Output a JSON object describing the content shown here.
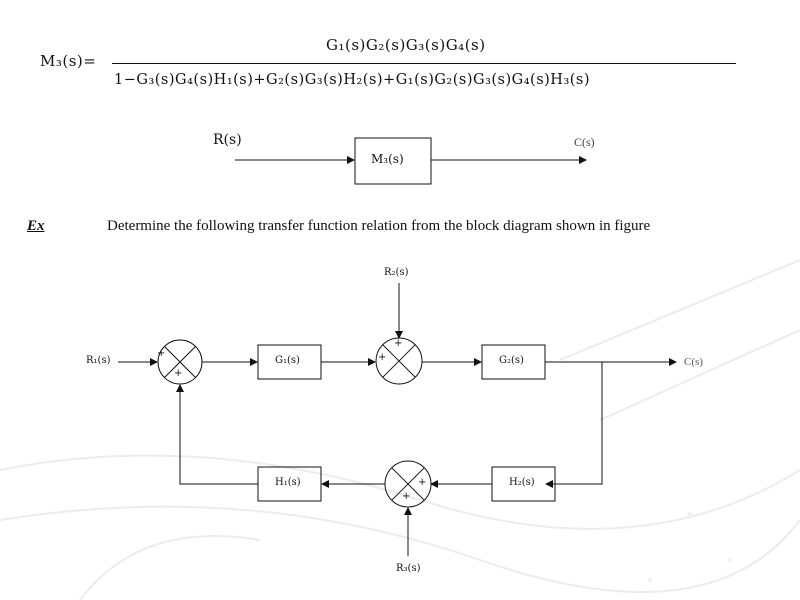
{
  "equation": {
    "lhs": "M₃(s)=",
    "numerator": "G₁(s)G₂(s)G₃(s)G₄(s)",
    "denominator": "1−G₃(s)G₄(s)H₁(s)+G₂(s)G₃(s)H₂(s)+G₁(s)G₂(s)G₃(s)G₄(s)H₃(s)"
  },
  "simple_diagram": {
    "input": "R(s)",
    "block": "M₃(s)",
    "output": "C(s)"
  },
  "example": {
    "label": "Ex",
    "text": "Determine the following transfer function relation from the block diagram shown in figure"
  },
  "diagram": {
    "input_r1": "R₁(s)",
    "input_r2": "R₂(s)",
    "input_r3": "R₃(s)",
    "output": "C(s)",
    "block_g1": "G₁(s)",
    "block_g2": "G₂(s)",
    "block_h1": "H₁(s)",
    "block_h2": "H₂(s)",
    "sum1_sign_left": "+",
    "sum1_sign_bottom": "+",
    "sum2_sign_top": "+",
    "sum2_sign_left": "+",
    "sum3_sign_right": "+",
    "sum3_sign_bottom": "+"
  },
  "colors": {
    "ink": "#111111",
    "watermark": "#e9e9e9"
  }
}
